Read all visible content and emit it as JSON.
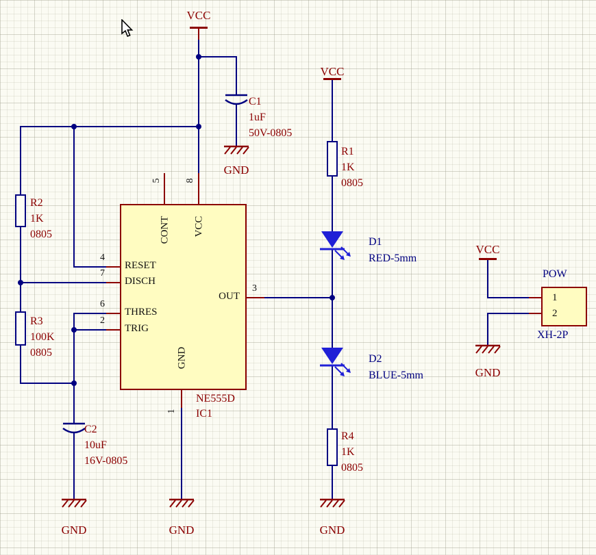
{
  "app": {
    "type": "schematic-editor-canvas"
  },
  "colors": {
    "background": "#fbfbf3",
    "wire": "#000080",
    "pin_line": "#8b0000",
    "power_symbol": "#8b0000",
    "label_maroon": "#8b0000",
    "label_navy": "#000080",
    "pin_text": "#111111",
    "ic_fill": "#fffcc1",
    "ic_border": "#8b0000",
    "led_fill": "#1f1fd6"
  },
  "power": {
    "vcc_main": "VCC",
    "vcc_led": "VCC",
    "vcc_conn": "VCC",
    "gnd_c1": "GND",
    "gnd_c2": "GND",
    "gnd_ic": "GND",
    "gnd_led": "GND",
    "gnd_conn": "GND"
  },
  "ic555": {
    "part": "NE555D",
    "designator": "IC1",
    "pins": {
      "cont": {
        "num": "5",
        "name": "CONT"
      },
      "vcc": {
        "num": "8",
        "name": "VCC"
      },
      "reset": {
        "num": "4",
        "name": "RESET"
      },
      "disch": {
        "num": "7",
        "name": "DISCH"
      },
      "thres": {
        "num": "6",
        "name": "THRES"
      },
      "trig": {
        "num": "2",
        "name": "TRIG"
      },
      "out": {
        "num": "3",
        "name": "OUT"
      },
      "gnd": {
        "num": "1",
        "name": "GND"
      }
    }
  },
  "resistors": {
    "r1": {
      "ref": "R1",
      "value": "1K",
      "pkg": "0805"
    },
    "r2": {
      "ref": "R2",
      "value": "1K",
      "pkg": "0805"
    },
    "r3": {
      "ref": "R3",
      "value": "100K",
      "pkg": "0805"
    },
    "r4": {
      "ref": "R4",
      "value": "1K",
      "pkg": "0805"
    }
  },
  "capacitors": {
    "c1": {
      "ref": "C1",
      "value": "1uF",
      "pkg": "50V-0805"
    },
    "c2": {
      "ref": "C2",
      "value": "10uF",
      "pkg": "16V-0805"
    }
  },
  "leds": {
    "d1": {
      "ref": "D1",
      "value": "RED-5mm"
    },
    "d2": {
      "ref": "D2",
      "value": "BLUE-5mm"
    }
  },
  "connector": {
    "net": "POW",
    "part": "XH-2P",
    "pin1": "1",
    "pin2": "2"
  }
}
